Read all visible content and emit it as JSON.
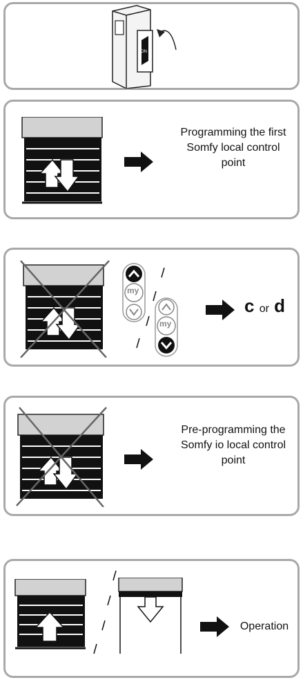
{
  "breaker": {
    "on_label": "ON"
  },
  "step2": {
    "text": [
      "Programming the first",
      "Somfy local control",
      "point"
    ]
  },
  "step3": {
    "remote_buttons": [
      "my",
      "my"
    ],
    "result_c": "c",
    "result_or": "or",
    "result_d": "d"
  },
  "step4": {
    "text": [
      "Pre-programming the",
      "Somfy io local control",
      "point"
    ]
  },
  "step5": {
    "text": "Operation"
  },
  "colors": {
    "panel_border": "#a8a8a8",
    "blind": "#111111",
    "cross": "#666666"
  }
}
